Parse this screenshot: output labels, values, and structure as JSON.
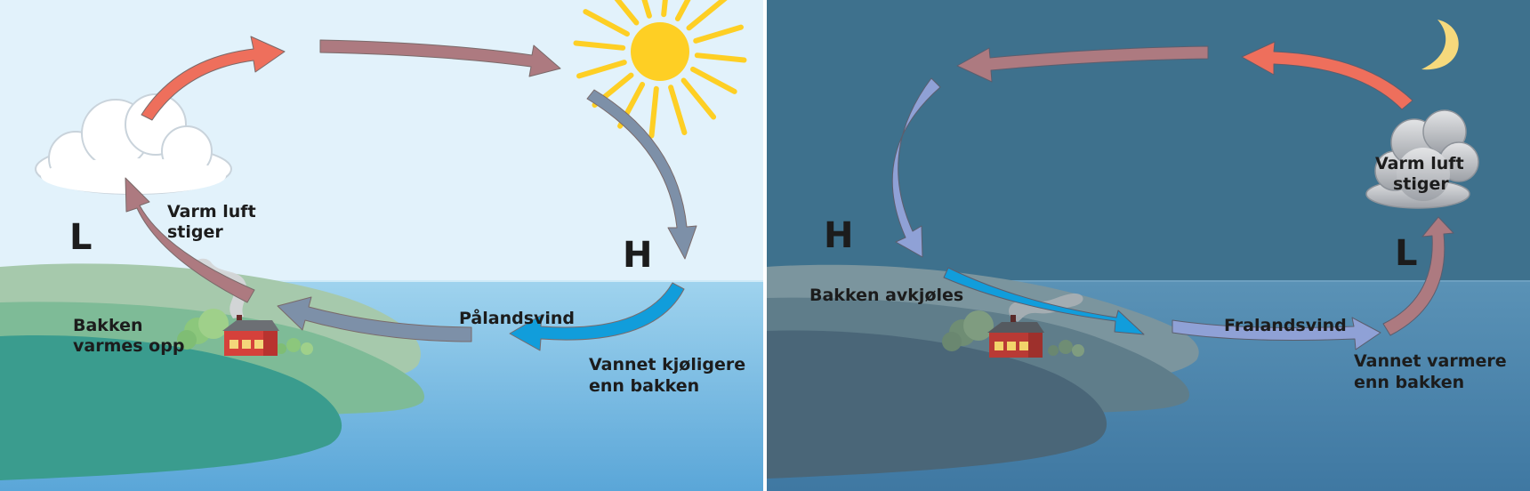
{
  "day": {
    "pressure_low": "L",
    "pressure_high": "H",
    "cloud_label": [
      "Varm luft",
      "stiger"
    ],
    "land_label": [
      "Bakken",
      "varmes opp"
    ],
    "wind_label": "Pålandsvind",
    "water_label": [
      "Vannet kjøligere",
      "enn bakken"
    ]
  },
  "night": {
    "pressure_high": "H",
    "pressure_low": "L",
    "cloud_label": [
      "Varm luft",
      "stiger"
    ],
    "land_label": "Bakken avkjøles",
    "wind_label": "Fralandsvind",
    "water_label": [
      "Vannet varmere",
      "enn bakken"
    ]
  },
  "colors": {
    "day_sky": "#e2f2fb",
    "night_sky": "#3e718d",
    "sea_day": "#8fcbe9",
    "sea_night": "#4f88ad",
    "arrow_red": "#ee6f5c",
    "arrow_mauve": "#ad7a80",
    "arrow_slate": "#7d90a8",
    "arrow_blue": "#119ddb",
    "arrow_periwinkle": "#8fa1d6",
    "sun": "#fecf24",
    "moon": "#f6d97c",
    "house": "#d5413b"
  }
}
